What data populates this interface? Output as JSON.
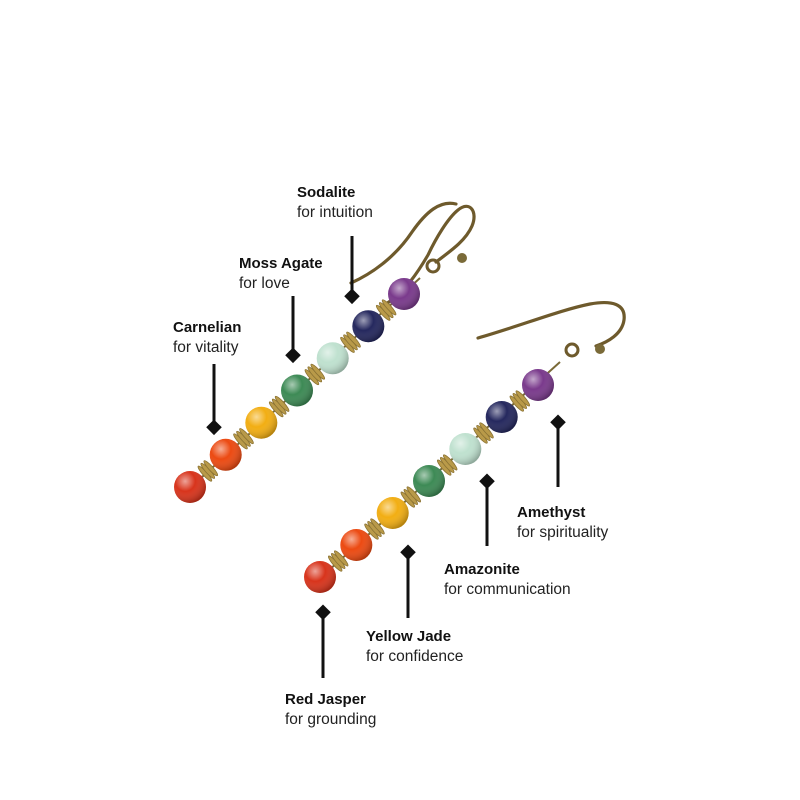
{
  "stones": [
    {
      "name": "Sodalite",
      "benefit": "for intuition"
    },
    {
      "name": "Moss Agate",
      "benefit": "for love"
    },
    {
      "name": "Carnelian",
      "benefit": "for vitality"
    },
    {
      "name": "Amethyst",
      "benefit": "for spirituality"
    },
    {
      "name": "Amazonite",
      "benefit": "for communication"
    },
    {
      "name": "Yellow Jade",
      "benefit": "for confidence"
    },
    {
      "name": "Red Jasper",
      "benefit": "for grounding"
    }
  ],
  "colors": {
    "red_jasper": "#d8341c",
    "carnelian": "#ec4a12",
    "yellow_jade": "#f2ae13",
    "moss_agate": "#3d8a55",
    "amazonite": "#bfe1cf",
    "sodalite": "#25285e",
    "amethyst": "#7a3a8c",
    "brass": "#b99a49",
    "wire": "#6e5a2c"
  }
}
